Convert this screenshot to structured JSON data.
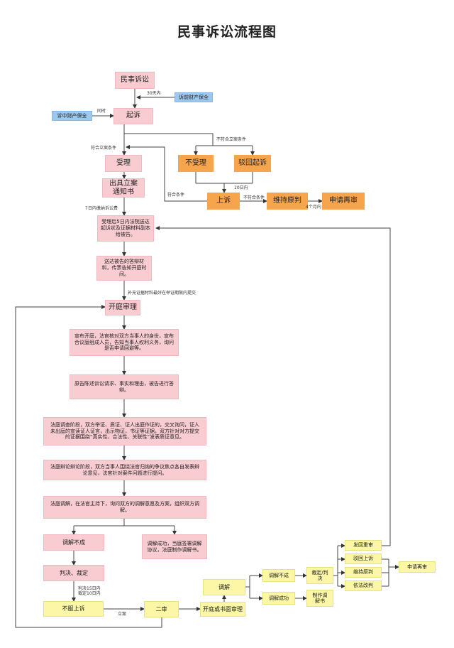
{
  "title": "民事诉讼流程图",
  "nodes": {
    "civil_litigation": "民事诉讼",
    "pre_preservation": "诉前财产保全",
    "file_suit": "起诉",
    "in_suit_preservation": "诉中财产保全",
    "accept": "受理",
    "reject_accept": "不受理",
    "dismiss_suit": "驳回起诉",
    "notice": "出具立案\n通知书",
    "appeal_top": "上诉",
    "uphold_top": "维持原判",
    "retrial_top": "申请再审",
    "serve_defendant": "受理后5日内法院送达起诉状及证据材料副本给被告。",
    "serve_materials": "送达被告的答辩材料，传票告知开庭时间。",
    "hearing": "开庭审理",
    "step1": "宣布开庭，法官核对双方当事人的身份，宣布合议庭组成人员，告知当事人权利义务，询问是否申请回避等。",
    "step2": "原告陈述诉讼请求、事实和理由，被告进行答辩。",
    "step3": "法庭调查阶段，双方举证、质证、证人出庭作证的，交叉询问，证人未出庭的宣读证人证言，出示物证，书证等证据，双方针对对方提交的证据围绕“真实性、合法性、关联性”发表质证意见。",
    "step4": "法庭辩论辩论阶段，双方当事人围绕法官归纳的争议焦点各自发表辩论意见，法官针对案件问题进行提问。",
    "step5": "法庭调解，在法官主持下，询问双方的调解意愿及方案，组织双方调解。",
    "mediation_fail": "调解不成",
    "mediation_success": "调解成功，当庭签署调解协议，法庭制作调解书。",
    "judgment": "判决、裁定",
    "no_appeal": "不服上诉",
    "second_instance": "二审",
    "hearing_or_review": "开庭或书面审理",
    "mediation2": "调解",
    "mediation2_fail": "调解不成",
    "mediation2_success": "调解成功",
    "ruling": "裁定/判\n决",
    "make_mediation_doc": "制作调\n解书",
    "remand": "发回重审",
    "dismiss_appeal": "驳回上诉",
    "uphold": "维持原判",
    "revise": "依法改判",
    "retrial_final": "申请再审"
  },
  "labels": {
    "within_30_days": "30天内",
    "simultaneous": "同时",
    "meets_conditions": "符合立案条件",
    "not_meets_conditions": "不符合立案条件",
    "within_10_days": "10日内",
    "meets_conditions_2": "符合条件",
    "not_meets_conditions_2": "不符合条件",
    "within_4_months": "4个月内",
    "pay_fee_7_days": "7日内缴纳诉讼费",
    "supplement_evidence": "补充证据材料最好在举证期限内提交",
    "judgment_deadline": "判决15日内\n裁定10日内",
    "file_case": "立案"
  }
}
